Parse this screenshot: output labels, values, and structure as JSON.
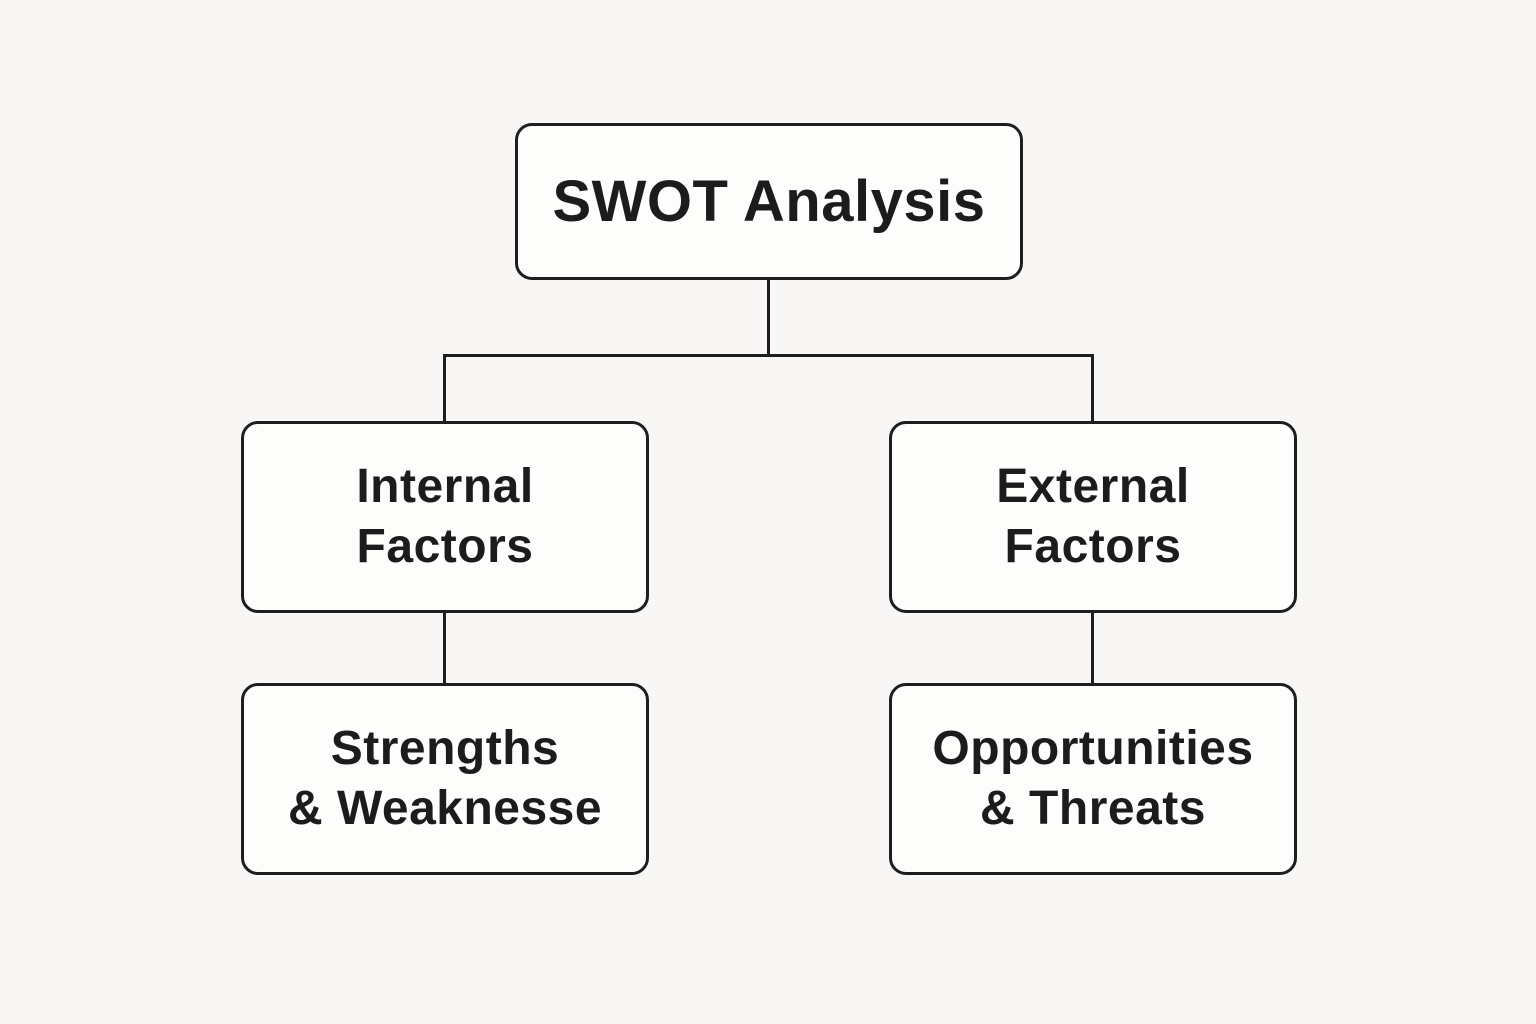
{
  "theme": {
    "background_color": "#f8f7f5",
    "box_fill_color": "#fdfdfc",
    "line_color": "#1e1e1e",
    "text_color": "#1c1c1e"
  },
  "diagram": {
    "type": "flowchart",
    "nodes": {
      "root": {
        "label": "SWOT Analysis"
      },
      "internal": {
        "line1": "Internal",
        "line2": "Factors"
      },
      "external": {
        "line1": "External",
        "line2": "Factors"
      },
      "strengths": {
        "line1": "Strengths",
        "line2": "& Weaknesse"
      },
      "opportunities": {
        "line1": "Opportunities",
        "line2": "& Threats"
      }
    },
    "edges": [
      {
        "from": "root",
        "to": "internal"
      },
      {
        "from": "root",
        "to": "external"
      },
      {
        "from": "internal",
        "to": "strengths"
      },
      {
        "from": "external",
        "to": "opportunities"
      }
    ]
  }
}
